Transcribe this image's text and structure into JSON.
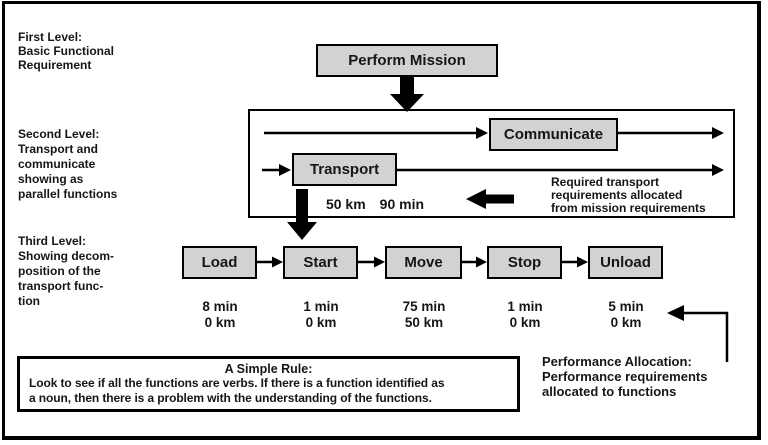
{
  "colors": {
    "background": "#ffffff",
    "box_fill": "#d2d2d2",
    "line": "#000000",
    "text": "#161616"
  },
  "figure": {
    "level_labels": [
      {
        "id": "first",
        "lines": [
          "First Level:",
          "Basic Functional",
          "Requirement"
        ]
      },
      {
        "id": "second",
        "lines": [
          "Second Level:",
          "Transport and",
          "communicate",
          "showing as",
          "parallel functions"
        ]
      },
      {
        "id": "third",
        "lines": [
          "Third Level:",
          "Showing decom-",
          "position of the",
          "transport func-",
          "tion"
        ]
      }
    ],
    "mission_box": "Perform Mission",
    "second_level": {
      "functions": [
        "Communicate",
        "Transport"
      ],
      "transport_metrics": {
        "distance": "50 km",
        "time": "90 min"
      },
      "annotation": [
        "Required transport",
        "requirements allocated",
        "from mission requirements"
      ]
    },
    "third_level": {
      "functions": [
        "Load",
        "Start",
        "Move",
        "Stop",
        "Unload"
      ],
      "metrics": [
        {
          "time": "8 min",
          "distance": "0 km"
        },
        {
          "time": "1 min",
          "distance": "0 km"
        },
        {
          "time": "75 min",
          "distance": "50 km"
        },
        {
          "time": "1 min",
          "distance": "0 km"
        },
        {
          "time": "5 min",
          "distance": "0 km"
        }
      ]
    },
    "rule_box": {
      "title": "A Simple Rule:",
      "lines": [
        "Look to see if all the functions are verbs. If there is a function identified as",
        "a noun, then there is a problem with the understanding of the functions."
      ]
    },
    "performance_note": [
      "Performance Allocation:",
      "Performance requirements",
      "allocated to functions"
    ]
  }
}
